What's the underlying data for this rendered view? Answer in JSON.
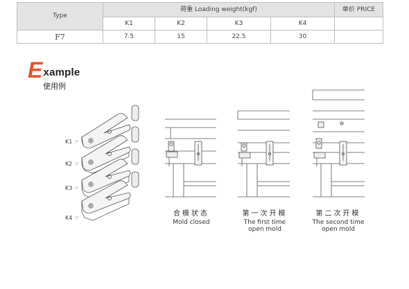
{
  "table": {
    "type_header": "Type",
    "load_header": "荷重 Loading weight(kgf)",
    "price_header": "单价 PRICE",
    "k_headers": [
      "K1",
      "K2",
      "K3",
      "K4"
    ],
    "rows": [
      {
        "model": "F7",
        "values": [
          "7.5",
          "15",
          "22.5",
          "30"
        ],
        "price": ""
      }
    ]
  },
  "example": {
    "letter": "E",
    "rest": "xample",
    "subtitle": "使用例"
  },
  "parts": {
    "labels": [
      "K1",
      "K2",
      "K3",
      "K4"
    ]
  },
  "steps": [
    {
      "cn": "合模状态",
      "en1": "Mold closed",
      "en2": ""
    },
    {
      "cn": "第一次开模",
      "en1": "The first time",
      "en2": "open mold"
    },
    {
      "cn": "第二次开模",
      "en1": "The second time",
      "en2": "open mold"
    }
  ],
  "colors": {
    "accent": "#e0572a",
    "header_bg": "#e3e3e3",
    "line": "#555555"
  }
}
